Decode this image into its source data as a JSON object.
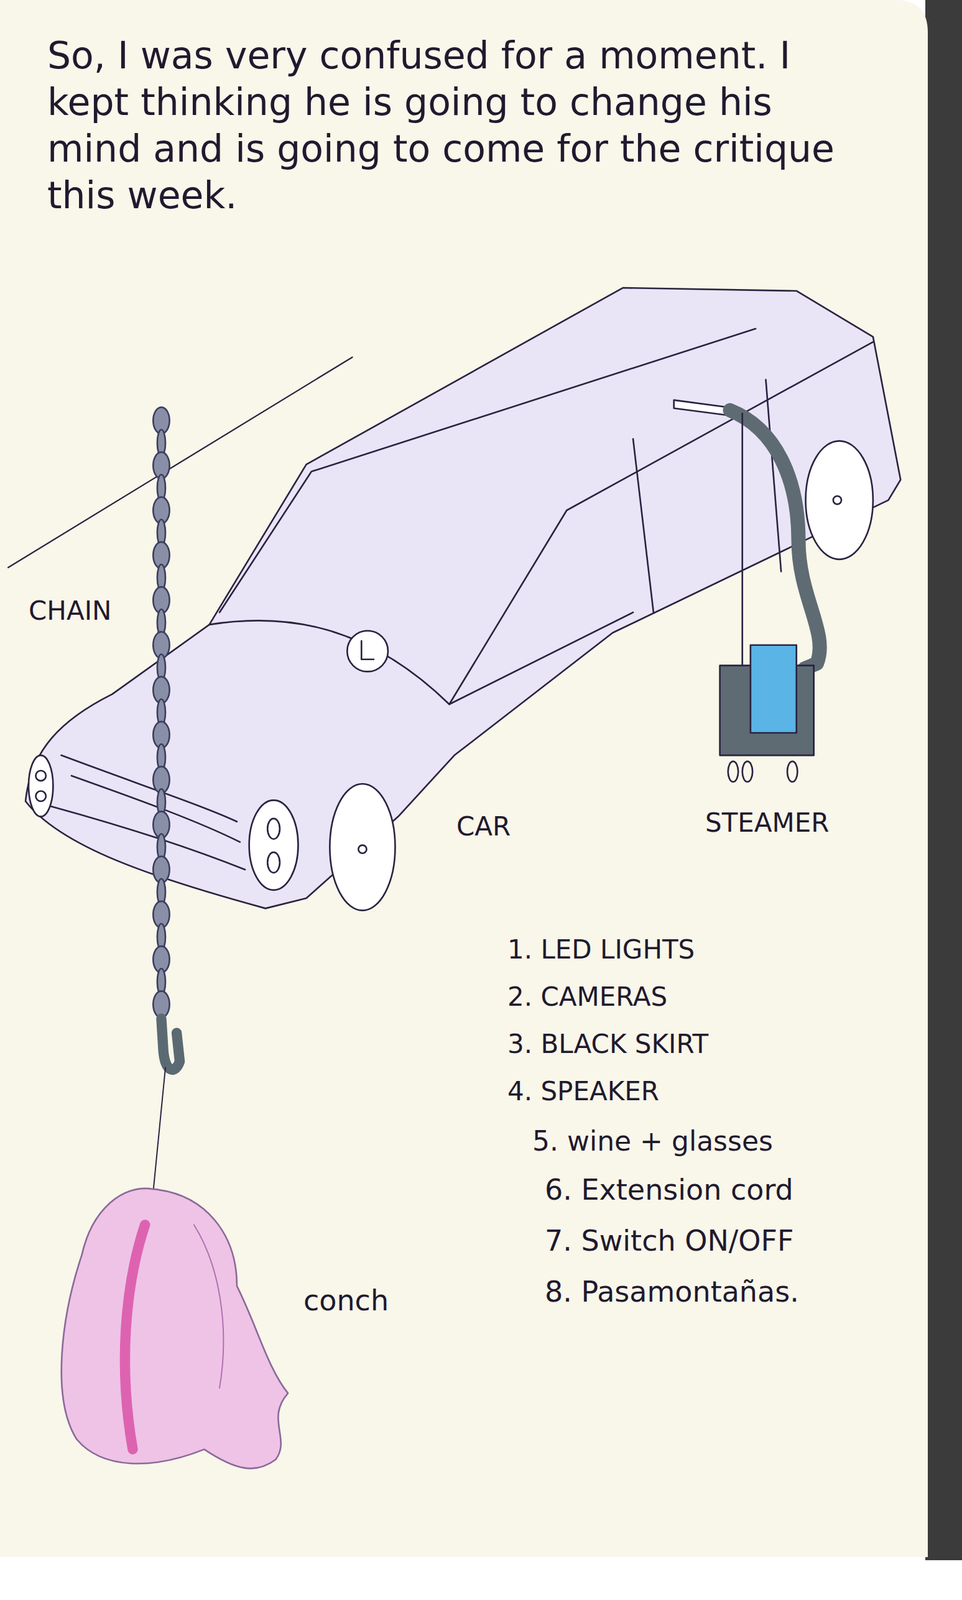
{
  "diagram": {
    "labels": [
      "So, I was very confused for a moment. I kept thinking he is going to change his mind and is going to come for the critique this week.",
      "CHAIN",
      "CAR",
      "STEAMER",
      "conch",
      "1. LED LIGHTS",
      "2. CAMERAS",
      "3. BLACK SKIRT",
      "4. SPEAKER",
      "5. wine + glasses",
      "6. Extension cord",
      "7. Switch ON/OFF",
      "8. Pasamontañas."
    ]
  }
}
